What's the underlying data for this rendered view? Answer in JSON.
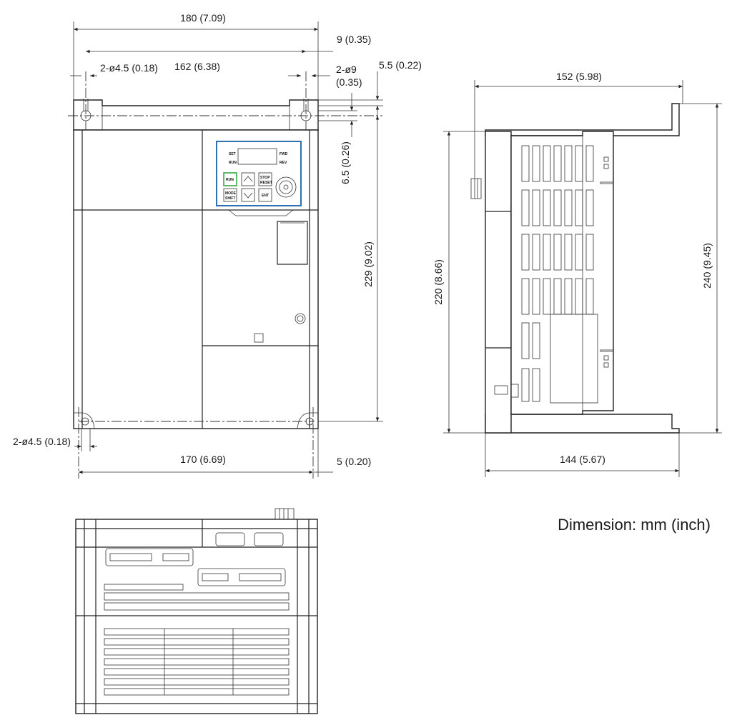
{
  "dimensions": {
    "front_width_overall": "180 (7.09)",
    "front_mount_offset_right": "9 (0.35)",
    "front_hole_spacing_top": "162 (6.38)",
    "front_top_holes": "2-ø4.5 (0.18)",
    "front_slot_dia": "2-ø9",
    "front_slot_dia_inch": "(0.35)",
    "front_top_offset": "5.5 (0.22)",
    "front_slot_height": "6.5 (0.26)",
    "front_height_holes": "229 (9.02)",
    "front_bottom_holes": "2-ø4.5 (0.18)",
    "front_hole_spacing_bottom": "170 (6.69)",
    "front_bottom_offset": "5 (0.20)",
    "side_depth_overall": "152 (5.98)",
    "side_height_body": "220 (8.66)",
    "side_height_overall": "240 (9.45)",
    "side_depth_body": "144 (5.67)"
  },
  "keypad": {
    "run": "RUN",
    "stop_reset": "STOP\nRESET",
    "mode_shift": "MODE\nSHIFT",
    "ent": "ENT",
    "set": "SET",
    "fwd": "FWD",
    "run_led": "RUN",
    "rev": "REV"
  },
  "units_note": "Dimension: mm (inch)",
  "colors": {
    "keypad_frame": "#2f6fb3",
    "run_key": "#3aa84a"
  }
}
